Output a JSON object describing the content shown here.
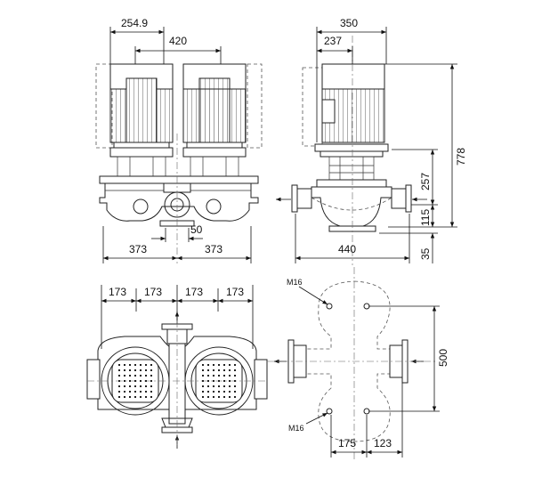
{
  "dimensions": {
    "front": {
      "width_2549": "254.9",
      "width_420": "420",
      "width_373_left": "373",
      "width_373_right": "373",
      "width_50": "50"
    },
    "side": {
      "width_350": "350",
      "width_237": "237",
      "width_440": "440",
      "height_778": "778",
      "height_257": "257",
      "height_115": "115",
      "height_35": "35"
    },
    "top": {
      "d173_1": "173",
      "d173_2": "173",
      "d173_3": "173",
      "d173_4": "173"
    },
    "footprint": {
      "bolt_upper": "M16",
      "bolt_lower": "M16",
      "height_500": "500",
      "width_175": "175",
      "width_123": "123"
    }
  }
}
